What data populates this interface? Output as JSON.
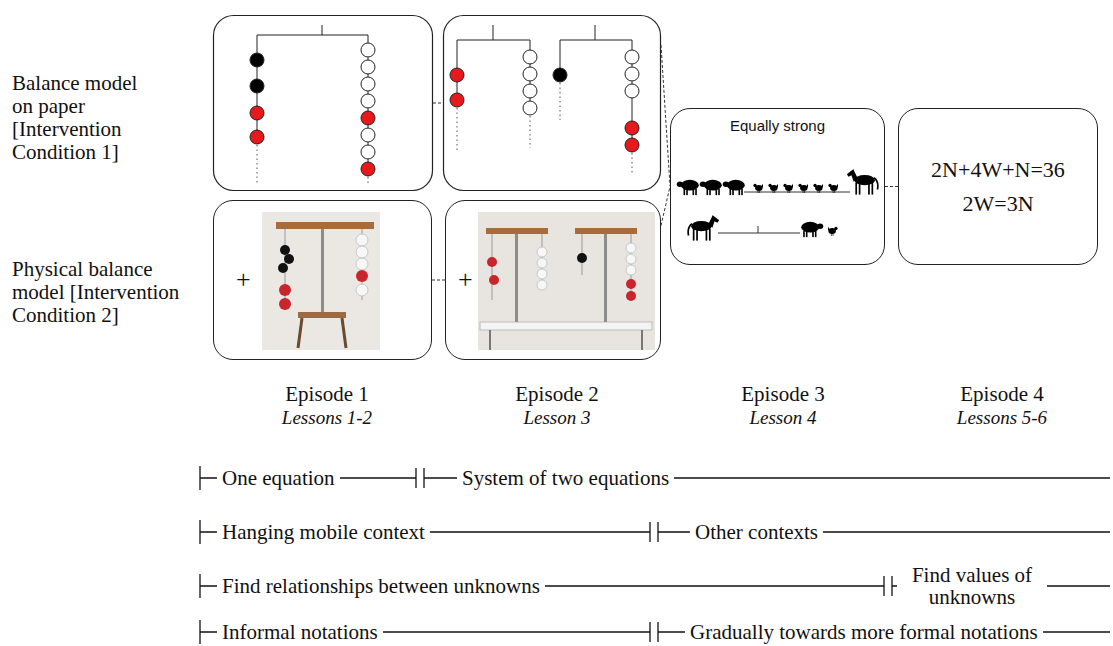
{
  "diagram": {
    "nodes": [
      {
        "text": [
          "+"
        ]
      },
      {
        "text": [
          "+"
        ]
      },
      {
        "text": [
          "Equally strong"
        ]
      },
      {
        "text": [
          "2N+4W+N=36",
          "2W=3N"
        ]
      }
    ],
    "edges": [
      {
        "from": 0,
        "to": 1,
        "arrow": "none"
      },
      {
        "from": 1,
        "to": 2,
        "arrow": "none"
      },
      {
        "from": 2,
        "to": 3,
        "arrow": "none"
      }
    ],
    "labels": [
      "Balance model on paper [Intervention Condition 1]",
      "Physical balance model [Intervention Condition 2]",
      "Episode 1",
      "Lessons 1-2",
      "Episode 2",
      "Lesson 3",
      "Episode 3",
      "Lesson 4",
      "Episode 4",
      "Lessons 5-6",
      "One equation",
      "System of two equations",
      "Hanging mobile context",
      "Other contexts",
      "Find relationships between unknowns",
      "Find values of unknowns",
      "Informal notations",
      "Gradually towards more formal notations"
    ]
  }
}
